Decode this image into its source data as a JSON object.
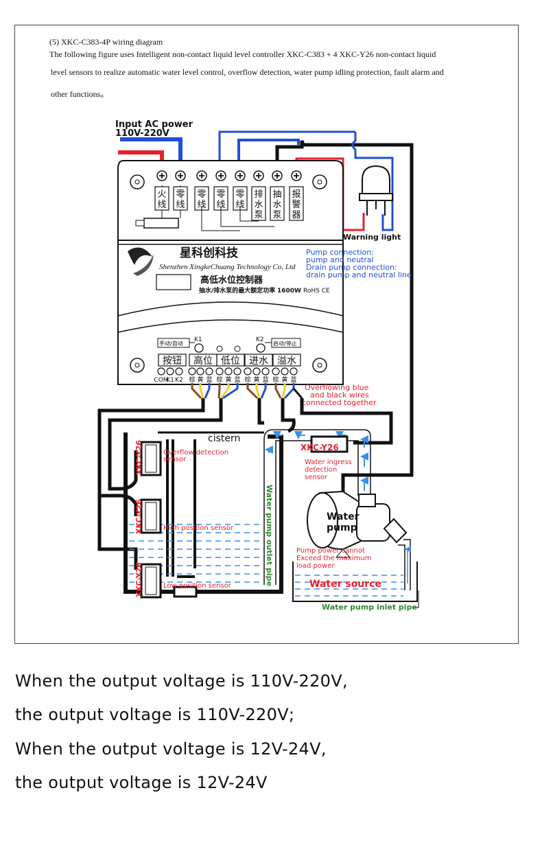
{
  "header": {
    "title": "(5) XKC-C383-4P wiring diagram",
    "line1": "The following figure uses Intelligent non-contact liquid level controller XKC-C383 + 4 XKC-Y26 non-contact liquid",
    "line2": "level sensors to realize automatic water level control, overflow detection, water pump idling protection, fault alarm and",
    "line3": "other functions。"
  },
  "diagram": {
    "input_label": "Input AC power",
    "input_voltage": "110V-220V",
    "terminals": [
      "火线",
      "零线",
      "零线",
      "零线",
      "零线",
      "排水泵",
      "抽水泵",
      "报警器"
    ],
    "brand_cn": "星科创科技",
    "brand_en": "Shenzhen XingkeChuang Technology Co, Ltd",
    "product_cn": "高低水位控制器",
    "power_cn": "抽水/排水泵的最大额定功率",
    "power_value": "1600W",
    "cert": "RoHS CE",
    "pump_note_1": "Pump connection:",
    "pump_note_2": "pump and neutral",
    "pump_note_3": "Drain pump connection:",
    "pump_note_4": "drain pump and neutral line",
    "warning_light": "Warning light",
    "k1_label": "K1",
    "k2_label": "K2",
    "k1_tag": "手动/自动",
    "k2_tag": "启动/停止",
    "sensor_groups": [
      "按钮",
      "高位",
      "低位",
      "进水",
      "溢水"
    ],
    "pin_labels": [
      "COM",
      "K1",
      "K2",
      "棕",
      "黄",
      "蓝",
      "棕",
      "黄",
      "蓝",
      "棕",
      "黄",
      "蓝",
      "棕",
      "黄",
      "蓝"
    ],
    "overflow_note_1": "Overflowing blue",
    "overflow_note_2": "and black wires",
    "overflow_note_3": "connected together",
    "cistern": "cistern",
    "sensor_model": "XKC-Y26",
    "overflow_sensor_1": "Overflow detection",
    "overflow_sensor_2": "sensor",
    "high_sensor": "High position sensor",
    "low_sensor": "Low position sensor",
    "outlet_pipe": "Water pump outlet pipe",
    "ingress_1": "Water ingress",
    "ingress_2": "detection",
    "ingress_3": "sensor",
    "pump_1": "Water",
    "pump_2": "pump",
    "pump_warn_1": "Pump power cannot",
    "pump_warn_2": "Exceed the maximum",
    "pump_warn_3": "load power",
    "water_source": "Water source",
    "inlet_pipe": "Water pump inlet pipe"
  },
  "footer": {
    "line1": "When the output voltage is 110V-220V,",
    "line2": "the output voltage is 110V-220V;",
    "line3": "When the output voltage is 12V-24V,",
    "line4": "the output voltage is 12V-24V"
  },
  "colors": {
    "red": "#e8202a",
    "blue": "#1f4fd6",
    "black": "#111111",
    "water": "#3a8ee8",
    "green": "#2d8a2d"
  }
}
